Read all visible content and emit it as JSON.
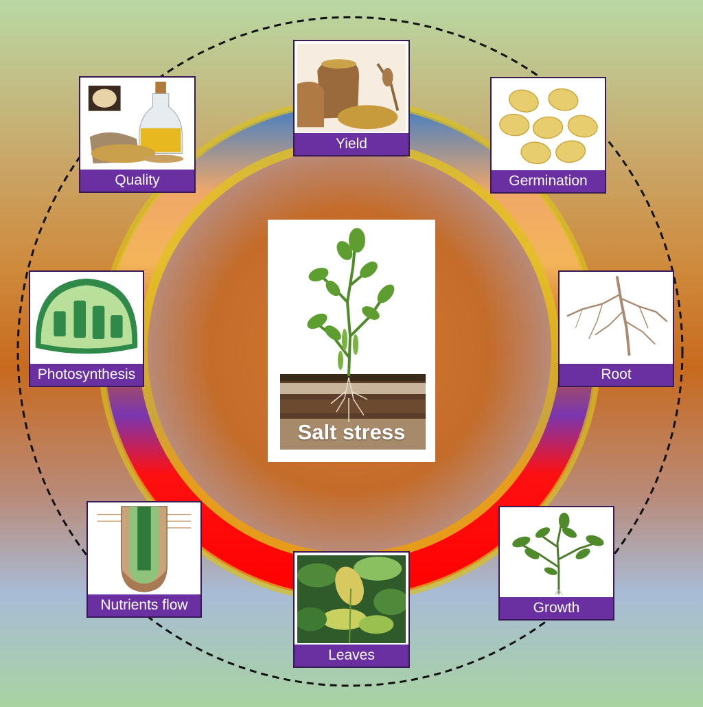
{
  "center": {
    "title": "Salt stress"
  },
  "cards": {
    "yield": "Yield",
    "quality": "Quality",
    "germination": "Germination",
    "photosynthesis": "Photosynthesis",
    "root": "Root",
    "nutrients": "Nutrients flow",
    "leaves": "Leaves",
    "growth": "Growth"
  },
  "colors": {
    "ring": [
      "#4a7fc0",
      "#f0b060",
      "#c86a1e",
      "#7a3aa8",
      "#ff0000"
    ],
    "label_bg": "#6a2fa0",
    "card_border": "#3a1a55"
  }
}
